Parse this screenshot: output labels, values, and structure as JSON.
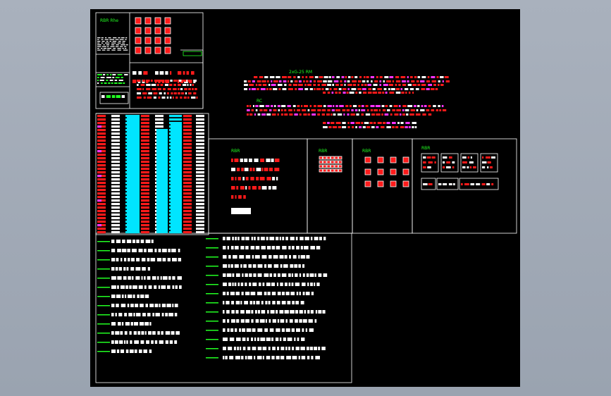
{
  "viewport": {
    "title": "",
    "background": "#9ea7b4"
  },
  "drawing": {
    "sheet_bg": "#000000",
    "colors": {
      "frame": "#ffffff",
      "title": "#22ff22",
      "red": "#ff1a1a",
      "cyan": "#00e5ff",
      "magenta": "#ff33ff",
      "white": "#ffffff"
    },
    "titles": {
      "top_left": "RBR Rhe",
      "main_a": "2xG-25 RM",
      "main_b": "RC",
      "panel_1": "RBR",
      "panel_2": "RBR",
      "panel_3": "RBR",
      "panel_4": "RBR"
    }
  }
}
